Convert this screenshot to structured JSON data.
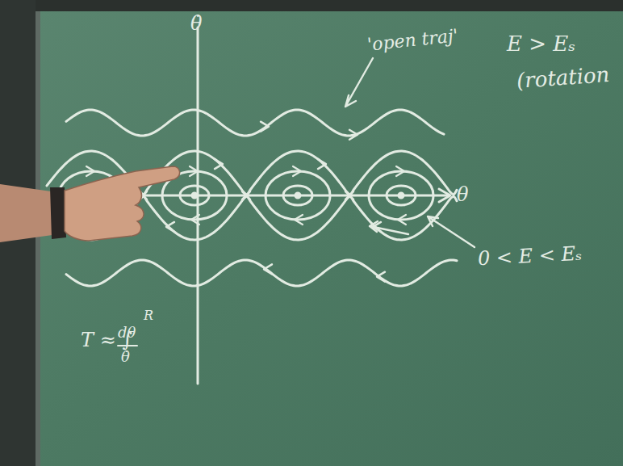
{
  "diagram": {
    "labels": [
      "θ̇",
      "θ",
      "'open traj'",
      "E > Eₛ",
      "(rotation",
      "0 < E < Eₛ",
      "T ≈ ∫",
      "R",
      "dθ",
      "θ̇"
    ]
  }
}
